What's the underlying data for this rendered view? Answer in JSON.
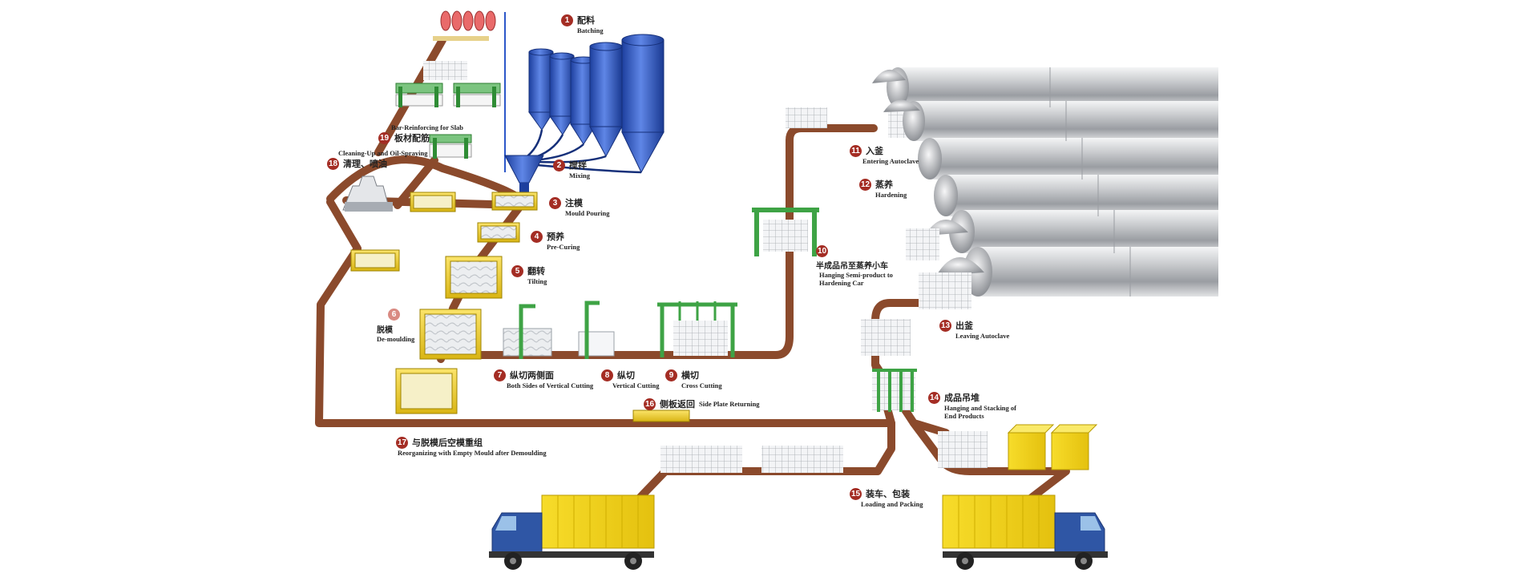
{
  "colors": {
    "conveyor": "#8b4a2c",
    "mould": "#f2d230",
    "silo": "#2c57c9",
    "steel": "#bfc2c6",
    "rack": "#3ea345",
    "badge": "#a42d24",
    "truck_box": "#f5d71a",
    "truck_cab": "#2f56a5"
  },
  "steps": [
    {
      "num": "1",
      "zh": "配料",
      "en": "Batching"
    },
    {
      "num": "2",
      "zh": "搅拌",
      "en": "Mixing"
    },
    {
      "num": "3",
      "zh": "注模",
      "en": "Mould Pouring"
    },
    {
      "num": "4",
      "zh": "预养",
      "en": "Pre-Curing"
    },
    {
      "num": "5",
      "zh": "翻转",
      "en": "Tilting"
    },
    {
      "num": "6",
      "zh": "脱模",
      "en": "De-moulding"
    },
    {
      "num": "7",
      "zh": "纵切两侧面",
      "en": "Both Sides of Vertical Cutting"
    },
    {
      "num": "8",
      "zh": "纵切",
      "en": "Vertical Cutting"
    },
    {
      "num": "9",
      "zh": "横切",
      "en": "Cross Cutting"
    },
    {
      "num": "10",
      "zh": "半成品吊至蒸养小车",
      "en": "Hanging Semi-product to\nHardening Car"
    },
    {
      "num": "11",
      "zh": "入釜",
      "en": "Entering Autoclave"
    },
    {
      "num": "12",
      "zh": "蒸养",
      "en": "Hardening"
    },
    {
      "num": "13",
      "zh": "出釜",
      "en": "Leaving Autoclave"
    },
    {
      "num": "14",
      "zh": "成品吊堆",
      "en": "Hanging and Stacking of\nEnd Products"
    },
    {
      "num": "15",
      "zh": "装车、包装",
      "en": "Loading and Packing"
    },
    {
      "num": "16",
      "zh": "侧板返回",
      "en": "Side Plate Returning"
    },
    {
      "num": "17",
      "zh": "与脱模后空模重组",
      "en": "Reorganizing with Empty Mould after Demoulding"
    },
    {
      "num": "18",
      "zh": "清理、喷油",
      "en": "Cleaning-Up and Oil-Spraying"
    },
    {
      "num": "19",
      "zh": "板材配筋",
      "en": "Bar-Reinforcing for Slab"
    }
  ]
}
